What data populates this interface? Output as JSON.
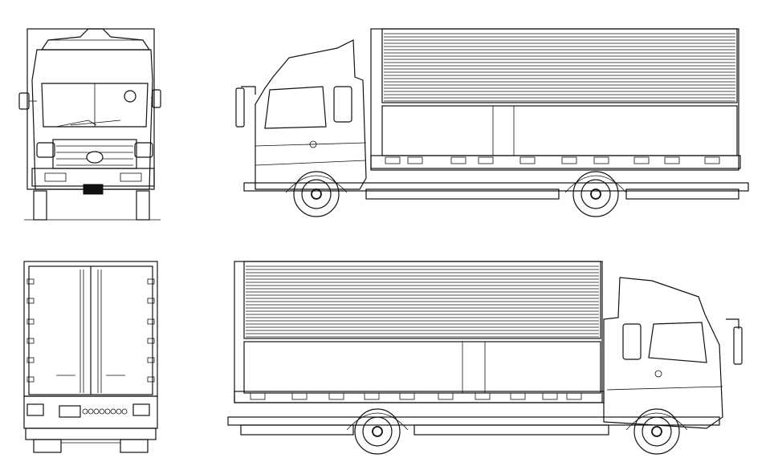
{
  "drawing": {
    "subject": "",
    "line_color": "#111111",
    "background": "#ffffff"
  },
  "views": [
    {
      "id": "front",
      "name": ""
    },
    {
      "id": "left-side",
      "name": ""
    },
    {
      "id": "rear",
      "name": ""
    },
    {
      "id": "right-side",
      "name": ""
    }
  ]
}
